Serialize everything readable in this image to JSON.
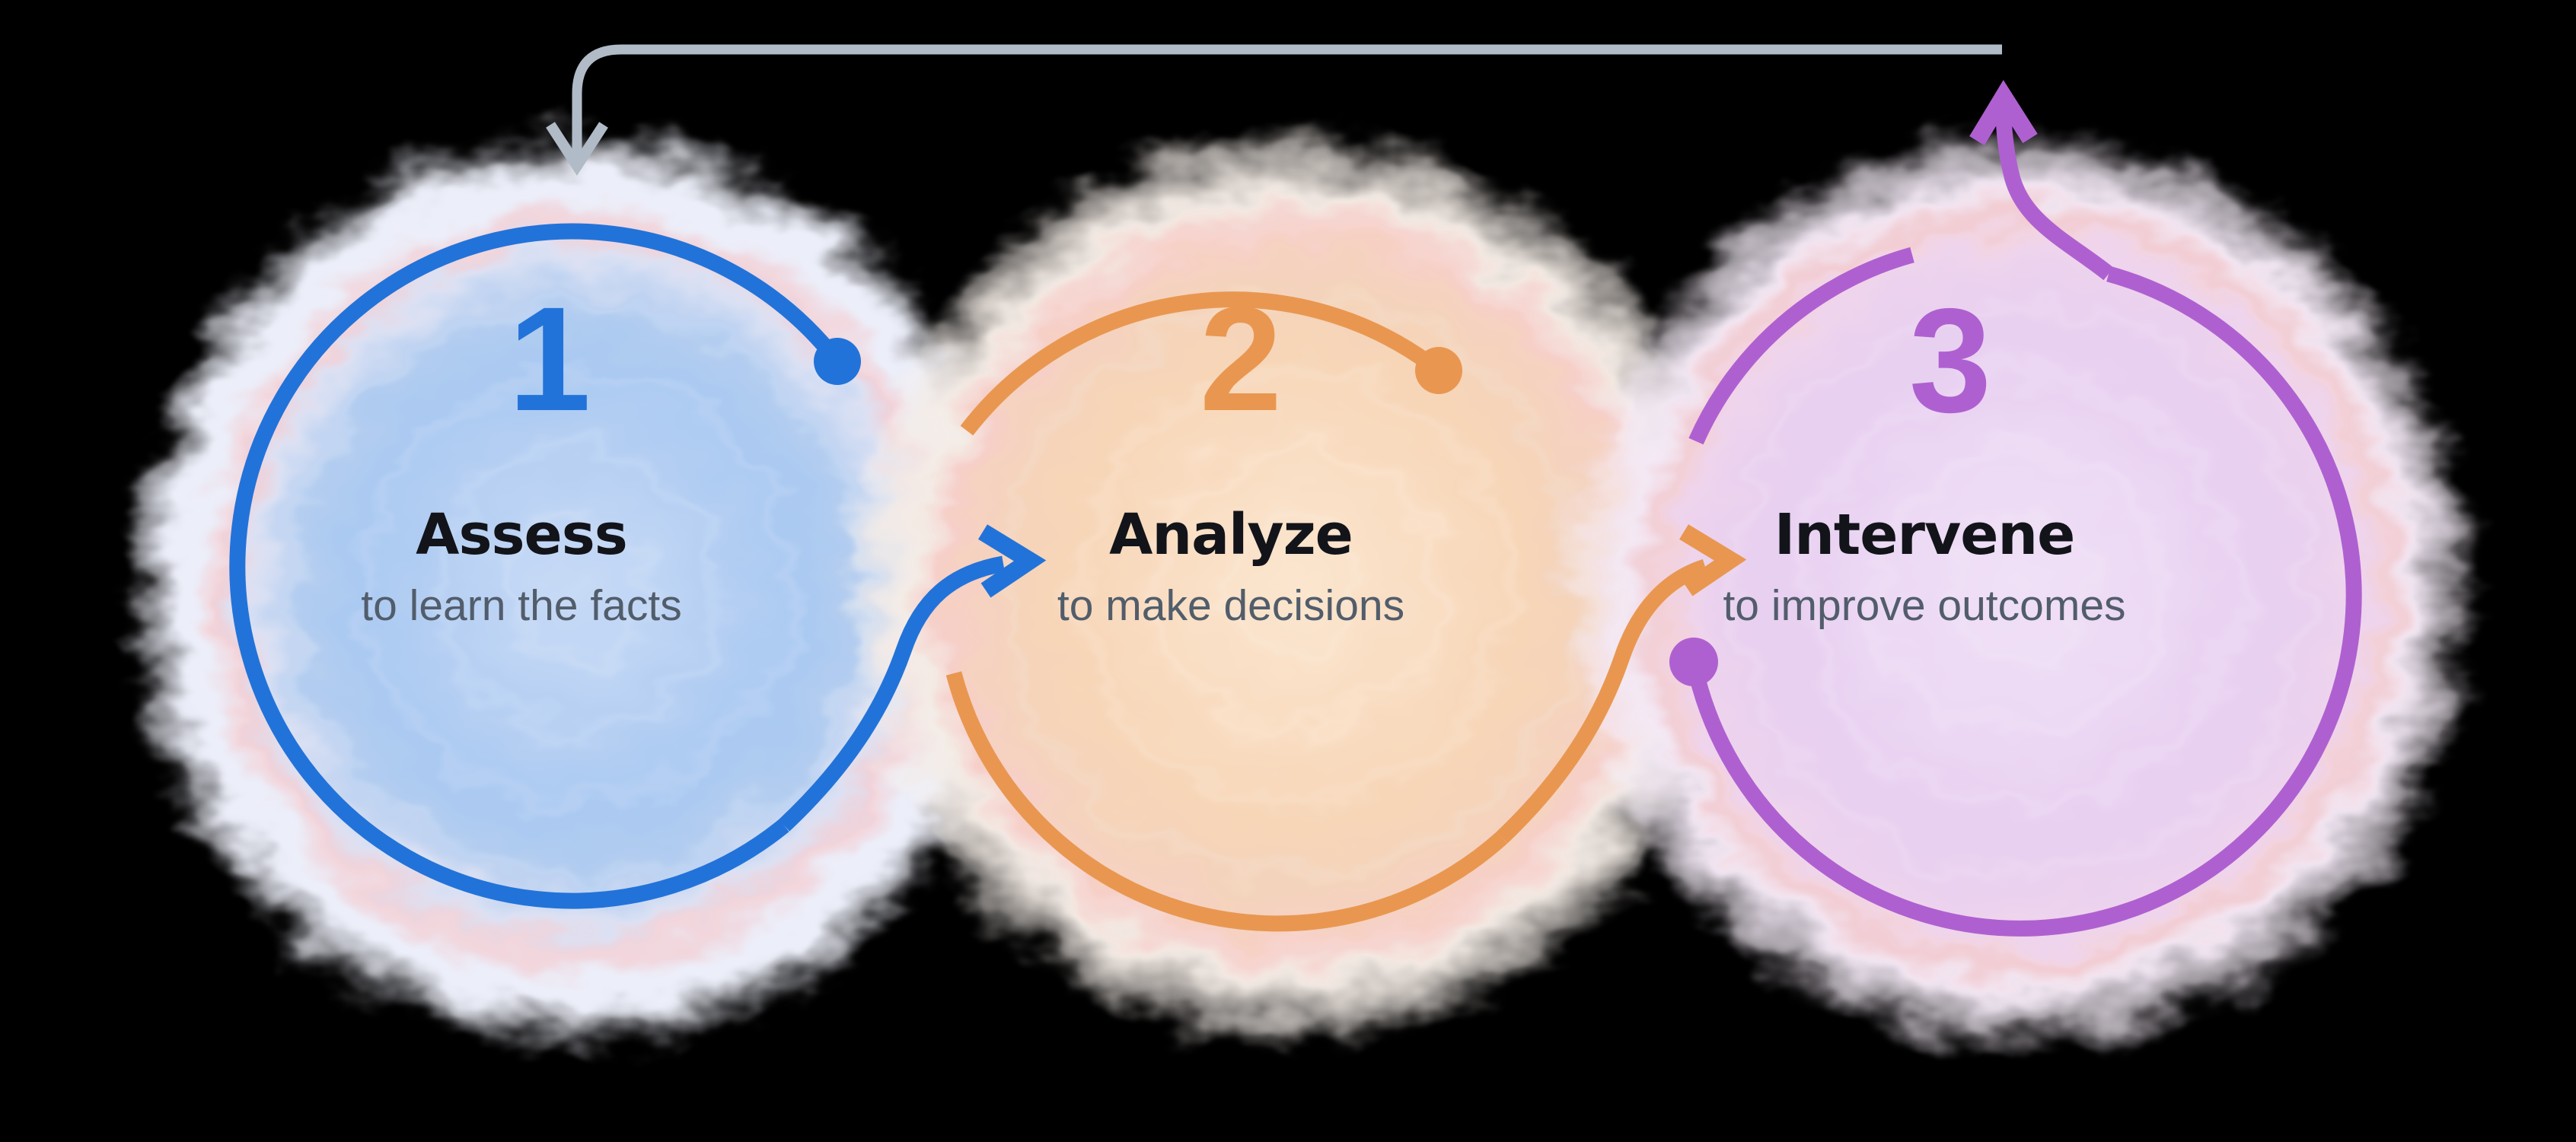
{
  "diagram": {
    "type": "process-cycle",
    "background_color": "#000000",
    "steps": [
      {
        "number": "1",
        "title": "Assess",
        "subtitle": "to learn the facts",
        "accent_color": "#2273D9",
        "glow_color": "#AAC9F1"
      },
      {
        "number": "2",
        "title": "Analyze",
        "subtitle": "to make decisions",
        "accent_color": "#E99750",
        "glow_color": "#F7D6B8"
      },
      {
        "number": "3",
        "title": "Intervene",
        "subtitle": "to improve outcomes",
        "accent_color": "#AF60D0",
        "glow_color": "#E8D0F1"
      }
    ],
    "text_colors": {
      "title": "#121419",
      "subtitle": "#525D6B"
    },
    "cycle_arrow": {
      "color": "#B0BBC7",
      "description": "return line from step 3 back to step 1"
    }
  }
}
